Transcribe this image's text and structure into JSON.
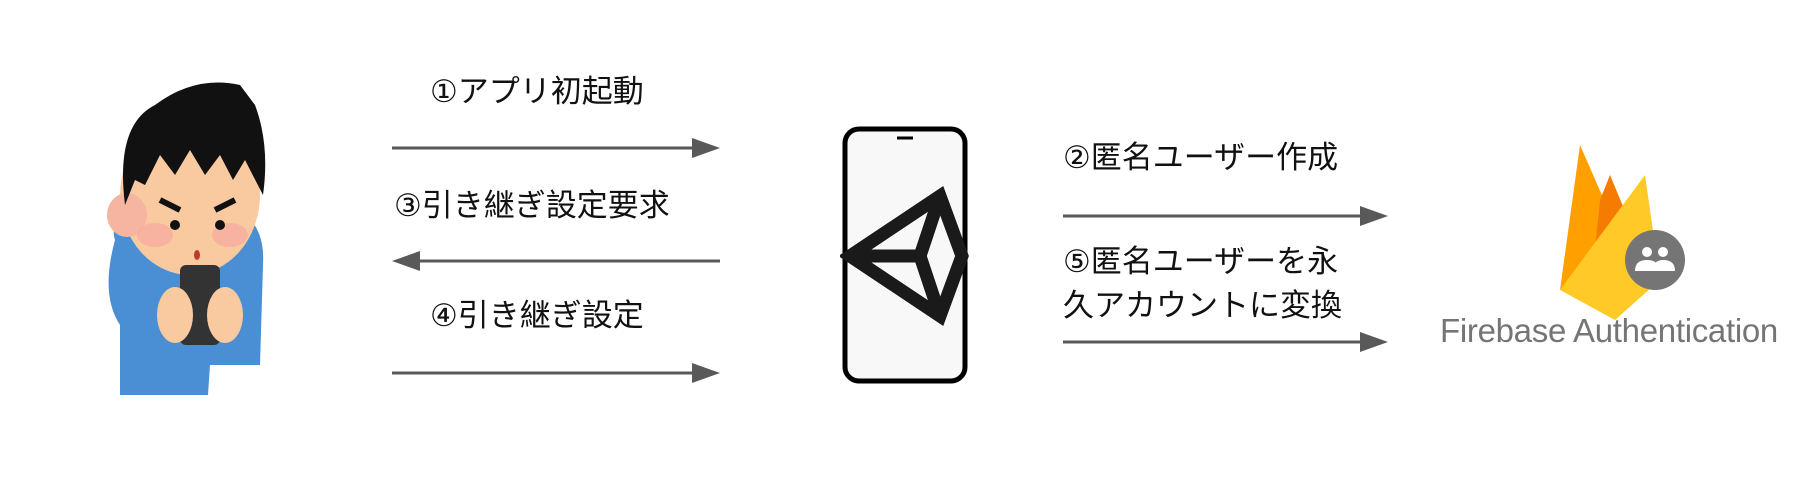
{
  "steps": {
    "step1": "①アプリ初起動",
    "step2": "②匿名ユーザー作成",
    "step3": "③引き継ぎ設定要求",
    "step4": "④引き継ぎ設定",
    "step5_line1": "⑤匿名ユーザーを永",
    "step5_line2": "久アカウントに変換"
  },
  "firebase": {
    "label": "Firebase Authentication"
  },
  "colors": {
    "arrow": "#595959",
    "firebase_text": "#757575",
    "shirt": "#4a8fd4",
    "badge": "#757575"
  }
}
